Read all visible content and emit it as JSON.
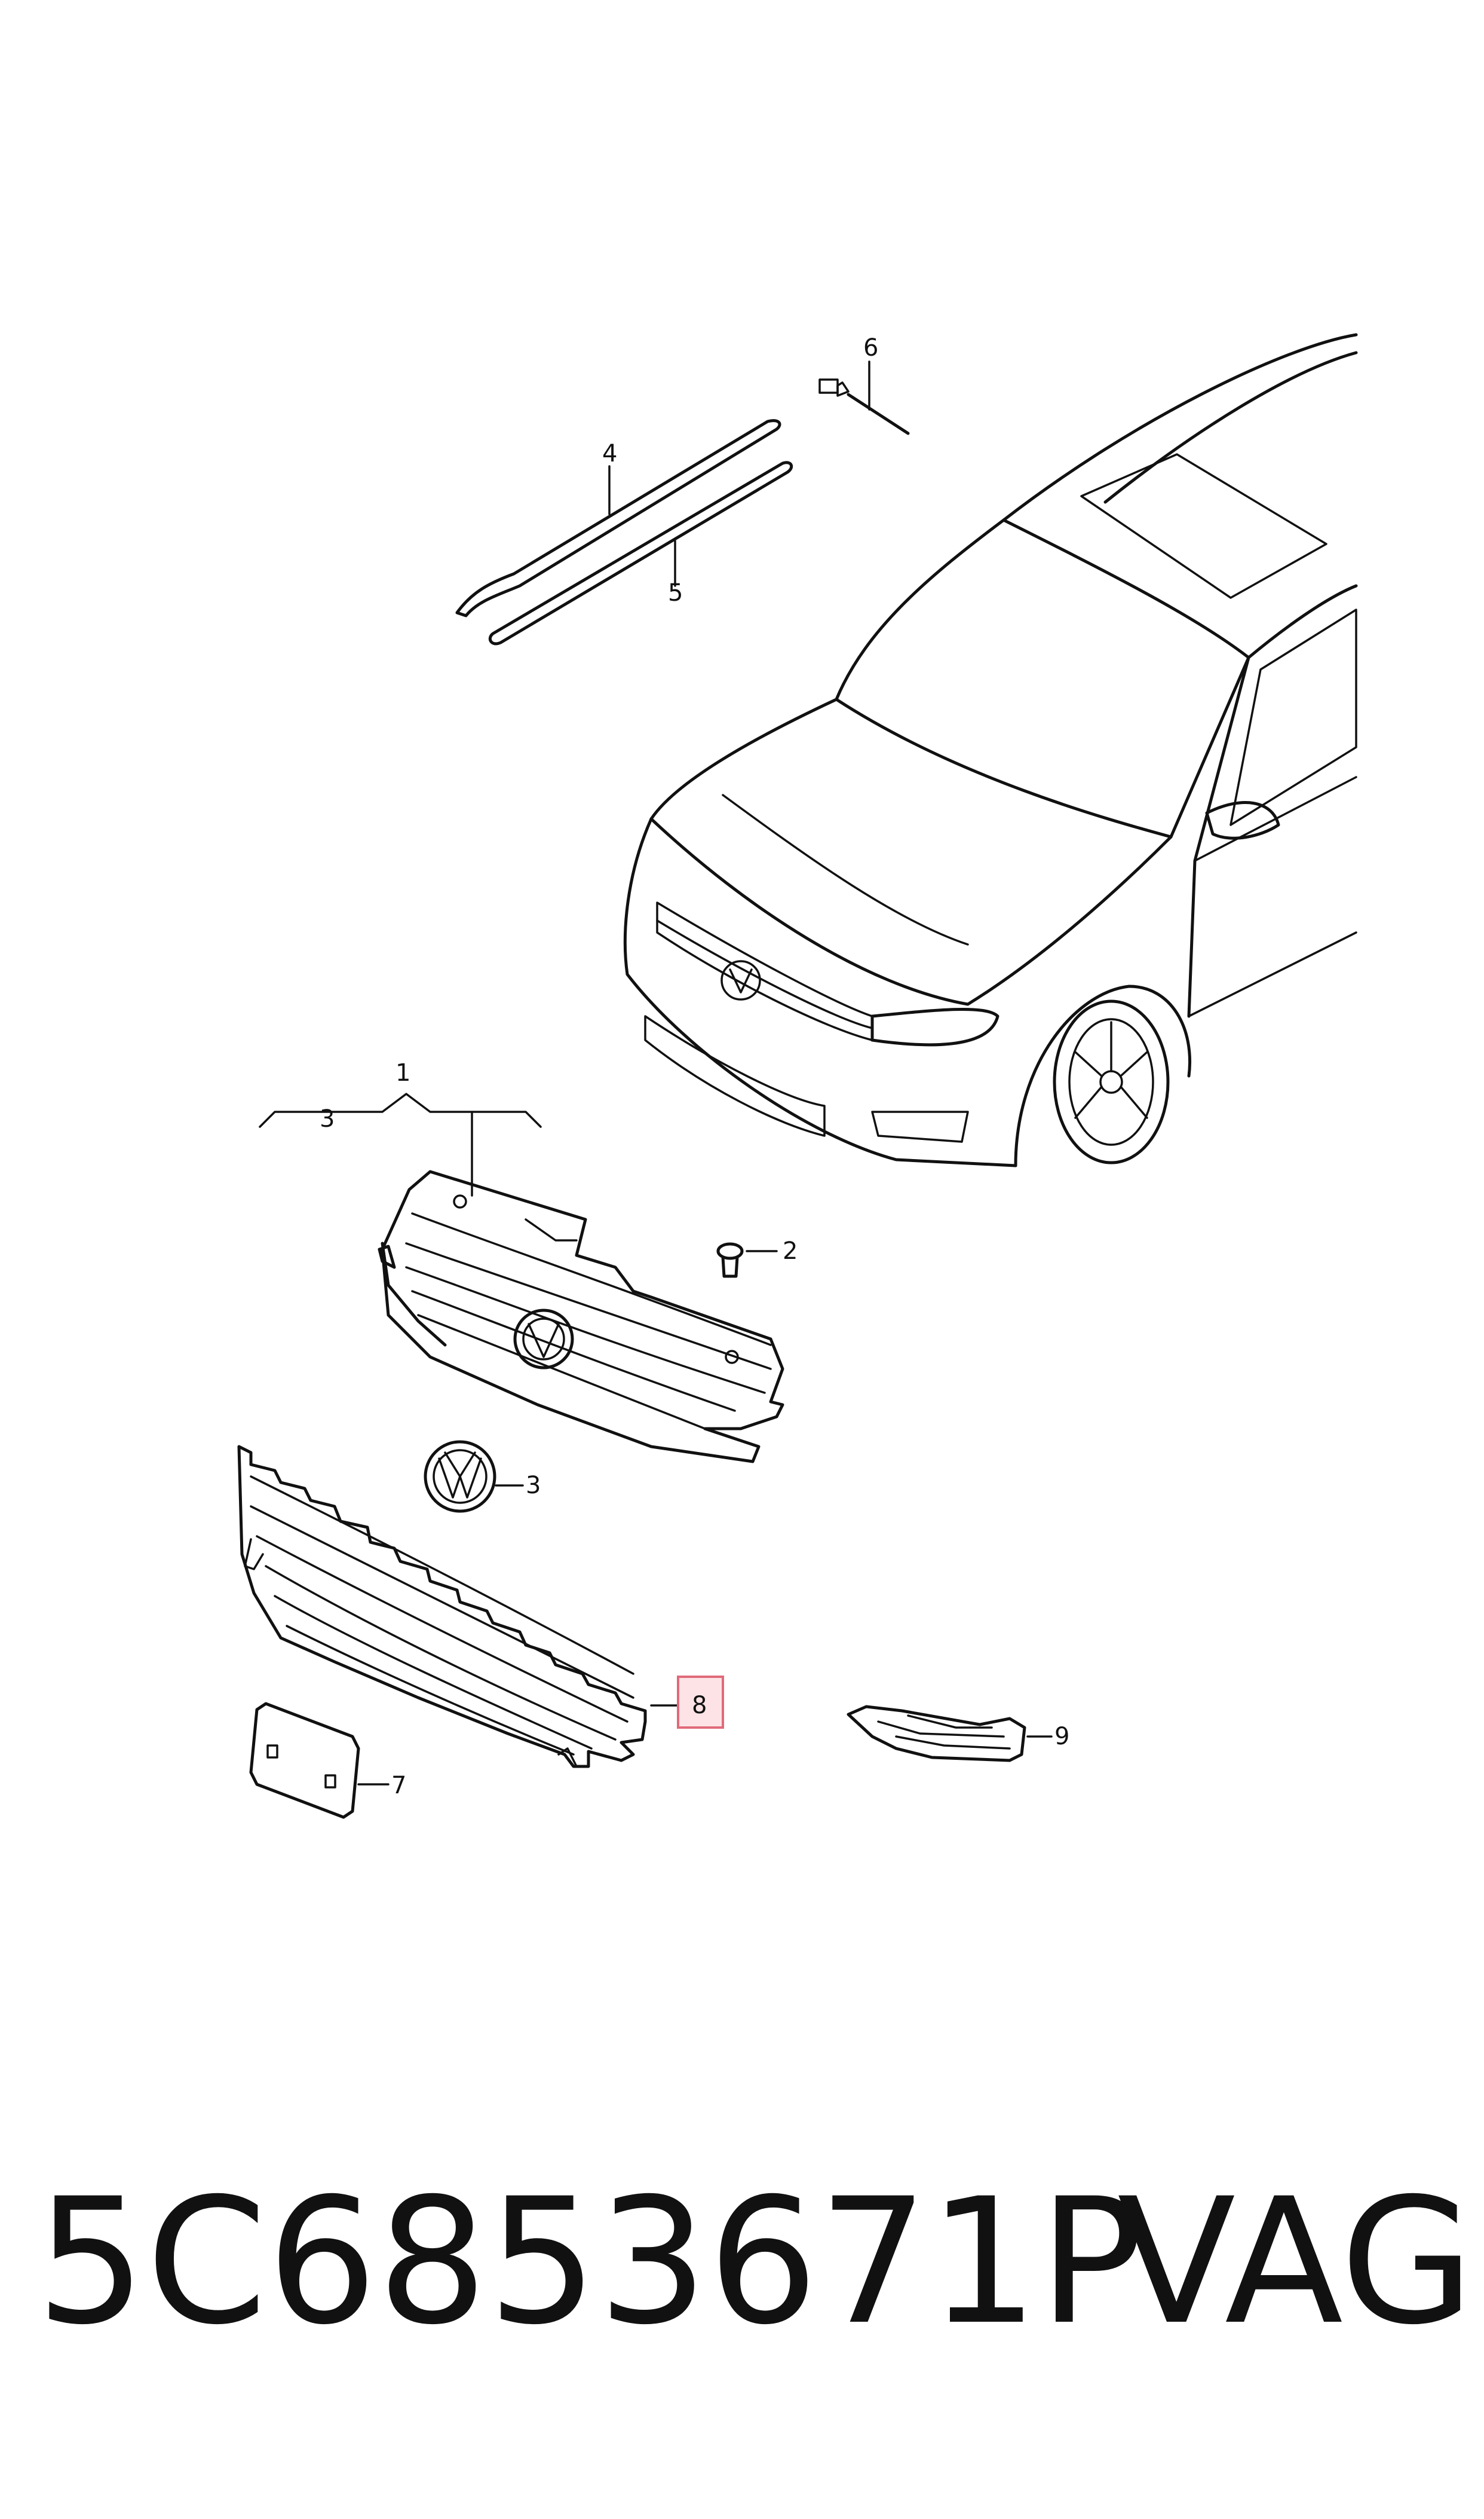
{
  "callouts": {
    "c1": "1",
    "c2": "2",
    "c3a": "3",
    "c3b": "3",
    "c4": "4",
    "c5": "5",
    "c6": "6",
    "c7": "7",
    "c8": "8",
    "c9": "9"
  },
  "highlighted_callout": "8",
  "highlight_color": "#fde3e6",
  "caption": {
    "part_number": "5C6853671P",
    "brand": "VAG"
  }
}
